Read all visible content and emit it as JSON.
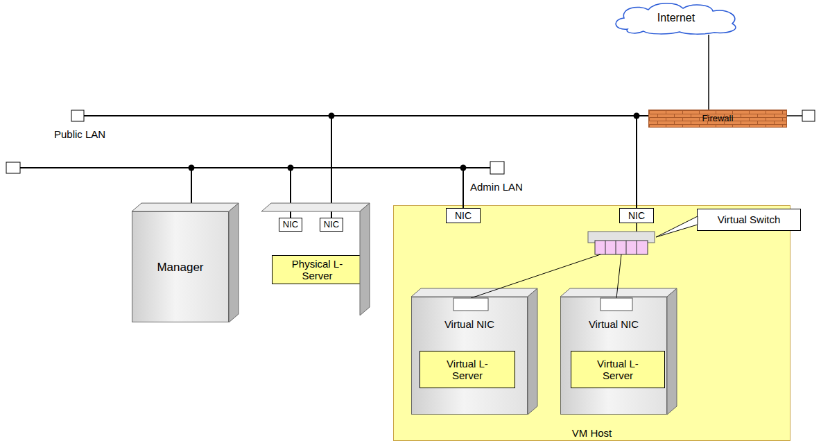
{
  "diagram": {
    "nodes": [
      {
        "text": [
          "Internet"
        ]
      },
      {
        "text": [
          "Firewall"
        ]
      },
      {
        "text": [
          "Manager"
        ]
      },
      {
        "text": [
          "NIC"
        ]
      },
      {
        "text": [
          "NIC"
        ]
      },
      {
        "text": [
          "Physical L-Server"
        ]
      },
      {
        "text": [
          "VM Host"
        ]
      },
      {
        "text": [
          "NIC"
        ],
        "in": 6
      },
      {
        "text": [
          "NIC"
        ],
        "in": 6
      },
      {
        "text": [
          "Virtual Switch"
        ]
      },
      {
        "text": [
          "Virtual NIC"
        ],
        "in": 6
      },
      {
        "text": [
          "Virtual L-Server"
        ],
        "in": 10
      },
      {
        "text": [
          "Virtual NIC"
        ],
        "in": 6
      },
      {
        "text": [
          "Virtual L-Server"
        ],
        "in": 12
      }
    ],
    "edges": [
      {
        "from": 0,
        "to": 1,
        "arrow": "none"
      }
    ],
    "labels": [
      "Public LAN",
      "Admin LAN"
    ]
  }
}
